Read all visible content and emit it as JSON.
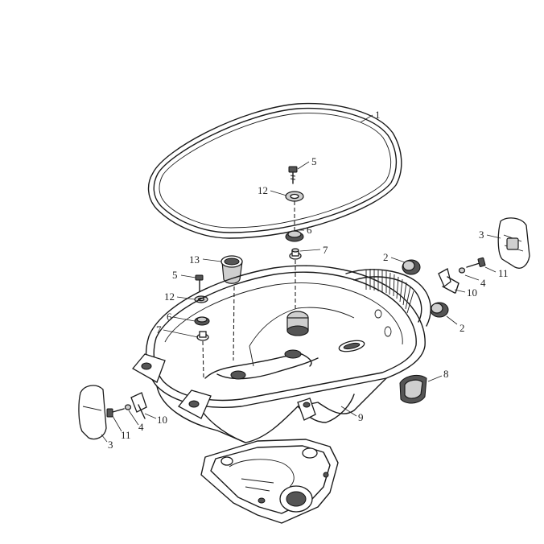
{
  "callouts": {
    "c1": "1",
    "c2a": "2",
    "c2b": "2",
    "c3a": "3",
    "c3b": "3",
    "c4a": "4",
    "c4b": "4",
    "c5a": "5",
    "c5b": "5",
    "c6a": "6",
    "c6b": "6",
    "c7a": "7",
    "c7b": "7",
    "c8": "8",
    "c9": "9",
    "c10a": "10",
    "c10b": "10",
    "c11a": "11",
    "c11b": "11",
    "c12a": "12",
    "c12b": "12",
    "c13": "13"
  }
}
